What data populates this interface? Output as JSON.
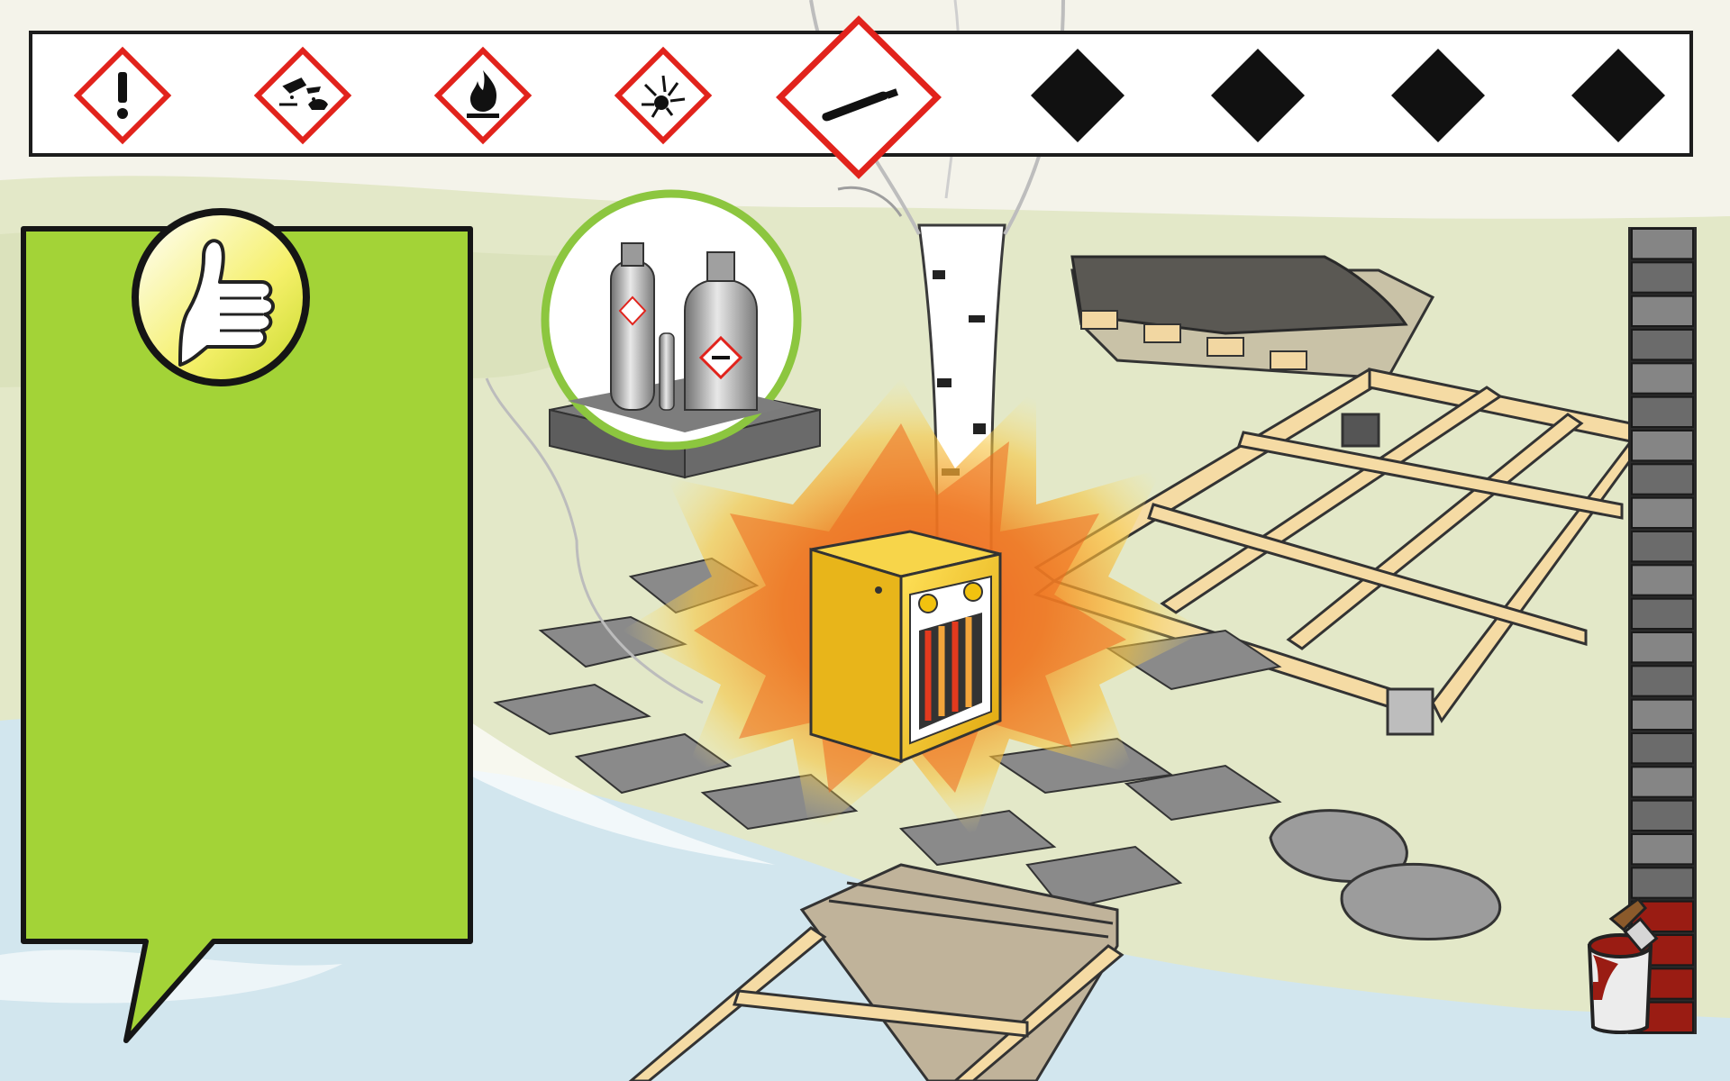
{
  "game": {
    "screen": "hazard-storage-scene",
    "selected_hazard_index": 4
  },
  "hazard_bar": {
    "pictograms": [
      {
        "id": "ghs07",
        "icon": "exclamation-mark-icon",
        "state": "shown"
      },
      {
        "id": "ghs05",
        "icon": "corrosion-icon",
        "state": "shown"
      },
      {
        "id": "ghs02",
        "icon": "flame-icon",
        "state": "shown"
      },
      {
        "id": "ghs01",
        "icon": "exploding-bomb-icon",
        "state": "shown"
      },
      {
        "id": "ghs04",
        "icon": "gas-cylinder-icon",
        "state": "selected"
      },
      {
        "id": "slot6",
        "icon": "hidden-pictogram-icon",
        "state": "hidden"
      },
      {
        "id": "slot7",
        "icon": "hidden-pictogram-icon",
        "state": "hidden"
      },
      {
        "id": "slot8",
        "icon": "hidden-pictogram-icon",
        "state": "hidden"
      },
      {
        "id": "slot9",
        "icon": "hidden-pictogram-icon",
        "state": "hidden"
      }
    ]
  },
  "speech_panel": {
    "icon": "thumbs-up-icon",
    "text": ""
  },
  "progress": {
    "total_segments": 24,
    "filled_segments": 4,
    "icon": "paint-bucket-icon"
  },
  "scene_objects": [
    "gas-cylinders-icon",
    "electric-heater-icon",
    "fire-burst",
    "birch-tree",
    "wood-frame",
    "lumber-stack",
    "stepping-stones",
    "boulders",
    "wooden-bridge"
  ],
  "colors": {
    "panel_green": "#a3d337",
    "pictogram_red": "#e1231c",
    "hidden_black": "#111111",
    "ground": "#e2e7c6",
    "water": "#cfe4ec",
    "heater_yellow": "#f4c528",
    "paint_red": "#9a1c13"
  }
}
